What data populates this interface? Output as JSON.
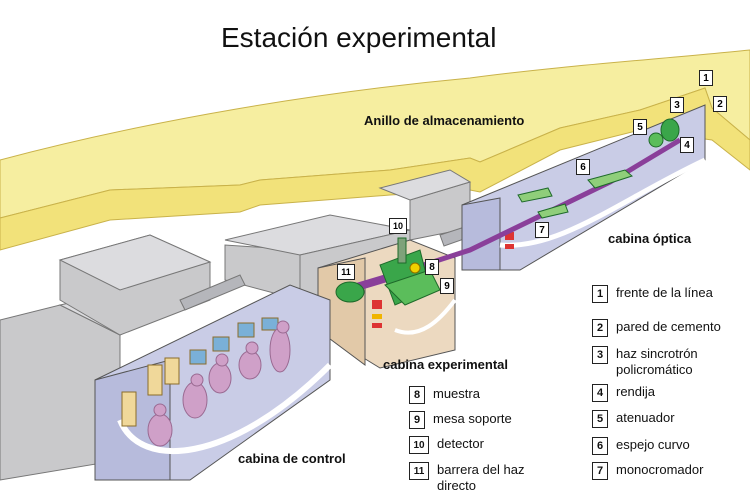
{
  "title": "Estación experimental",
  "labels": {
    "ring": "Anillo de almacenamiento",
    "optics_hutch": "cabina óptica",
    "experimental_hutch": "cabina experimental",
    "control_hutch": "cabina de control"
  },
  "legend": [
    {
      "num": "1",
      "text": "frente de la línea"
    },
    {
      "num": "2",
      "text": "pared de cemento"
    },
    {
      "num": "3",
      "text": "haz sincrotrón\npolicromático"
    },
    {
      "num": "4",
      "text": "rendija"
    },
    {
      "num": "5",
      "text": "atenuador"
    },
    {
      "num": "6",
      "text": "espejo curvo"
    },
    {
      "num": "7",
      "text": "monocromador"
    },
    {
      "num": "8",
      "text": "muestra"
    },
    {
      "num": "9",
      "text": "mesa soporte"
    },
    {
      "num": "10",
      "text": "detector"
    },
    {
      "num": "11",
      "text": "barrera del haz\ndirecto"
    }
  ],
  "colors": {
    "ring_yellow": "#f6eea0",
    "ring_edge": "#e2c94a",
    "wall_gray": "#c9c9cb",
    "hutch_blue": "#c9cce6",
    "hutch_tan": "#ecd9c0",
    "beam_purple": "#8a3f9a",
    "green": "#3aa64a",
    "person_pink": "#cfa0c8",
    "monitor_tan": "#f0d89a"
  }
}
